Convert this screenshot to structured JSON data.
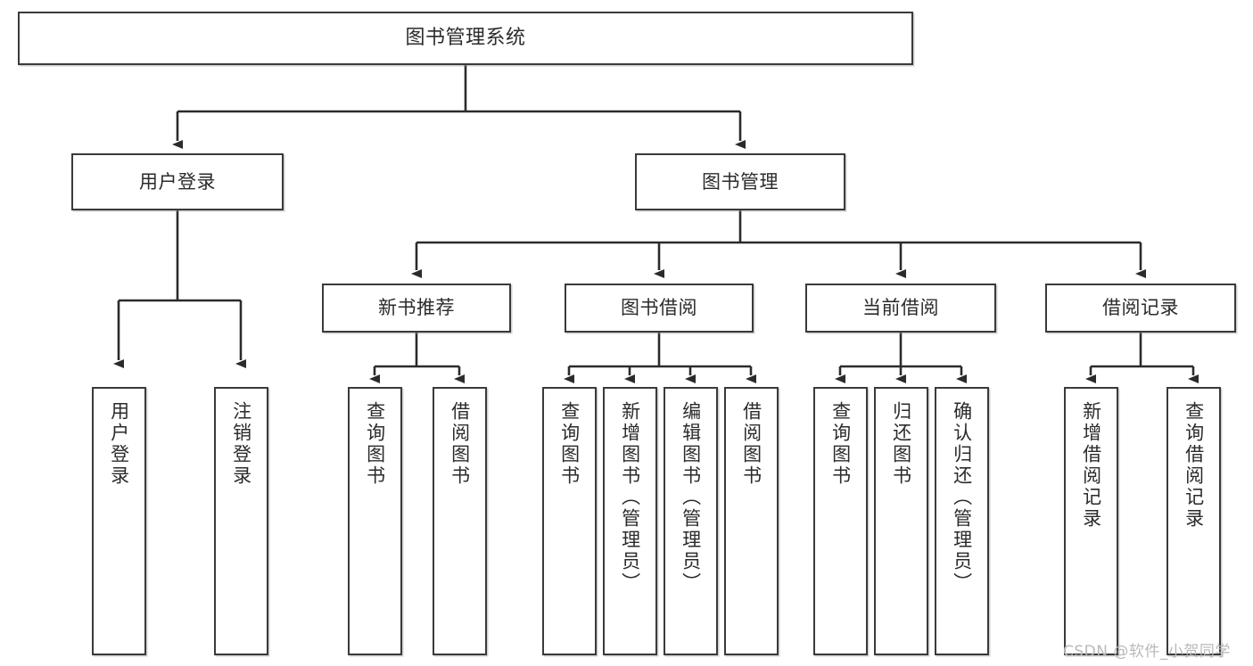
{
  "diagram": {
    "title": "图书管理系统",
    "type": "功能结构图",
    "watermark": "CSDN @软件_小贺同学",
    "colors": {
      "box_border": "#3a3a3a",
      "box_fill": "#ffffff",
      "text": "#2b2b2b",
      "edge": "#2b2b2b",
      "watermark": "#b9b9b9",
      "background": "#ffffff"
    }
  },
  "root": {
    "label": "图书管理系统"
  },
  "level1": [
    {
      "label": "用户登录"
    },
    {
      "label": "图书管理"
    }
  ],
  "level2": [
    {
      "label": "新书推荐"
    },
    {
      "label": "图书借阅"
    },
    {
      "label": "当前借阅"
    },
    {
      "label": "借阅记录"
    }
  ],
  "leaves": {
    "user_login": [
      {
        "label": "用户登录"
      },
      {
        "label": "注销登录"
      }
    ],
    "new_book_recommend": [
      {
        "label": "查询图书"
      },
      {
        "label": "借阅图书"
      }
    ],
    "book_borrow": [
      {
        "label": "查询图书"
      },
      {
        "label": "新增图书（管理员）"
      },
      {
        "label": "编辑图书（管理员）"
      },
      {
        "label": "借阅图书"
      }
    ],
    "current_borrow": [
      {
        "label": "查询图书"
      },
      {
        "label": "归还图书"
      },
      {
        "label": "确认归还（管理员）"
      }
    ],
    "borrow_record": [
      {
        "label": "新增借阅记录"
      },
      {
        "label": "查询借阅记录"
      }
    ]
  }
}
